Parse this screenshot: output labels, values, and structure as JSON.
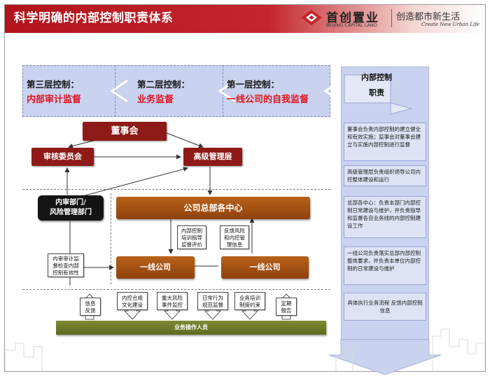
{
  "header": {
    "title": "科学明确的内部控制职责体系",
    "logo": {
      "name_cn": "首创置业",
      "name_en": "BEIJING CAPITAL LAND",
      "slogan_cn": "创造都市新生活",
      "slogan_en": "Create New Urban Life"
    }
  },
  "levels": [
    {
      "name": "第三层控制：",
      "desc": "内部审计监督"
    },
    {
      "name": "第二层控制：",
      "desc": "业务监督"
    },
    {
      "name": "第一层控制：",
      "desc": "一线公司的自我监督"
    }
  ],
  "responsibility": {
    "heading_line1": "内部控制",
    "heading_line2": "职责",
    "items": [
      "董事会负责内部控制的建立健全和有效实施；监事会对董事会建立与实施内部控制进行监督",
      "高级管理层负责组织领导公司内控整体建设和运行",
      "总部各中心：负责本部门内部控制日常建设与维护，并负责指导和监督各自业务线的内部控制建设工作",
      "一线公司负责落实总部内部控制整体要求，并负责本单位内部控制的日常建设与维护",
      "具体执行业务流程 反馈内部控制信息"
    ]
  },
  "org": {
    "board": "董事会",
    "audit_committee": "审核委员会",
    "senior_management": "高级管理层",
    "internal_audit_line1": "内审部门/",
    "internal_audit_line2": "风险管理部门",
    "hq_centers": "公司总部各中心",
    "frontline_a": "一线公司",
    "frontline_b": "一线公司",
    "hq_down_line1": "内部控制",
    "hq_down_line2": "培训指导",
    "hq_down_line3": "监督评价",
    "hq_up_line1": "反馈风险",
    "hq_up_line2": "和内控管",
    "hq_up_line3": "理信息",
    "audit_check_line1": "内审审计监",
    "audit_check_line2": "督检查内部",
    "audit_check_line3": "控制有效性",
    "operators": "业务操作人员"
  },
  "bottom_boxes": [
    {
      "line1": "信息",
      "line2": "反馈"
    },
    {
      "line1": "内控合规",
      "line2": "文化建设"
    },
    {
      "line1": "重大风险",
      "line2": "事件监控"
    },
    {
      "line1": "日常行为",
      "line2": "规范监督"
    },
    {
      "line1": "业务培训",
      "line2": "制度约束"
    },
    {
      "line1": "定期",
      "line2": "报告"
    }
  ],
  "colors": {
    "title_red": "#b3141c",
    "level_text_red": "#e0141e",
    "dark_red_box": "#8e1a17",
    "brown_box": "#a4521a",
    "olive_bar": "#6e7a28",
    "lavender_panel": "#c9d2ee"
  }
}
